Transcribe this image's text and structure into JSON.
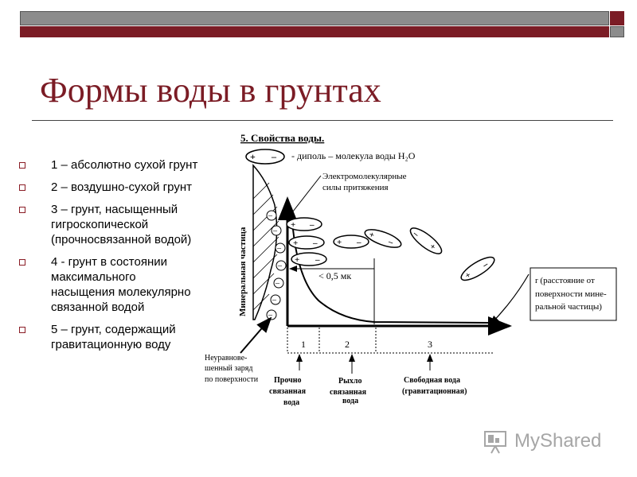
{
  "slide": {
    "title": "Формы воды в грунтах",
    "bullets": [
      "1 – абсолютно сухой грунт",
      "2 – воздушно-сухой грунт",
      "3 – грунт, насыщенный гигроскопической (прочносвязанной водой)",
      "4 - грунт в состоянии максимального насыщения молекулярно связанной водой",
      "5 – грунт, содержащий гравитационную воду"
    ],
    "accent_color": "#7b1c25"
  },
  "diagram": {
    "heading": "5.  Свойства воды.",
    "dipole_caption": "- диполь – молекула воды H₂O",
    "forces_label": [
      "Электромолекулярные",
      "силы притяжения"
    ],
    "mineral_label": "Минеральная частица",
    "distance_label": "< 0,5 мк",
    "r_label": [
      "r (расстояние от",
      "поверхности мине-",
      "ральной частицы)"
    ],
    "charge_label": [
      "Неуравнове-",
      "шенный заряд",
      "по поверхности"
    ],
    "zones": [
      "1",
      "2",
      "3"
    ],
    "zone_labels": [
      [
        "Прочно",
        "связанная",
        "вода"
      ],
      [
        "Рыхло",
        "связанная",
        "вода"
      ],
      [
        "Свободная вода",
        "(гравитационная)"
      ]
    ],
    "plus": "+",
    "minus": "–"
  },
  "logo": {
    "text": "MyShared",
    "icon": "presentation-screen-icon"
  }
}
